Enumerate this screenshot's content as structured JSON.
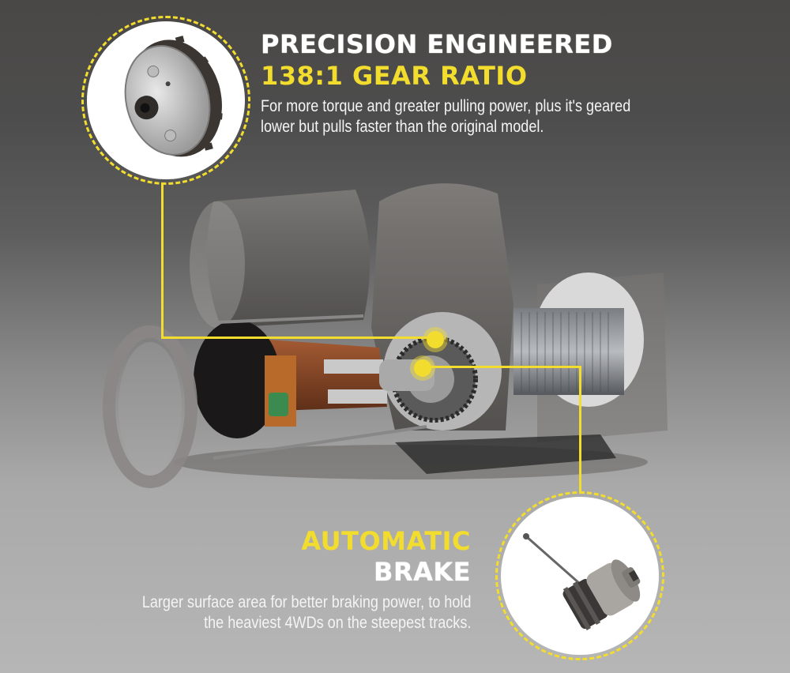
{
  "feature_top": {
    "heading_line1": "PRECISION ENGINEERED",
    "heading_line2": "138:1 GEAR RATIO",
    "description_line1": "For more torque and greater pulling power, plus it's geared",
    "description_line2": "lower but pulls faster than the original model.",
    "image_label": "planetary-gear-closeup"
  },
  "feature_bottom": {
    "heading_line1": "AUTOMATIC",
    "heading_line2": "BRAKE",
    "description_line1": "Larger surface area for better braking power, to hold",
    "description_line2": "the heaviest 4WDs on the steepest tracks.",
    "image_label": "brake-assembly-closeup"
  },
  "product": {
    "image_label": "exploded-winch-render"
  },
  "colors": {
    "accent_yellow": "#f2dc2e",
    "background_top": "#4a4846",
    "background_bottom": "#b6b6b6",
    "text_white": "#ffffff"
  }
}
